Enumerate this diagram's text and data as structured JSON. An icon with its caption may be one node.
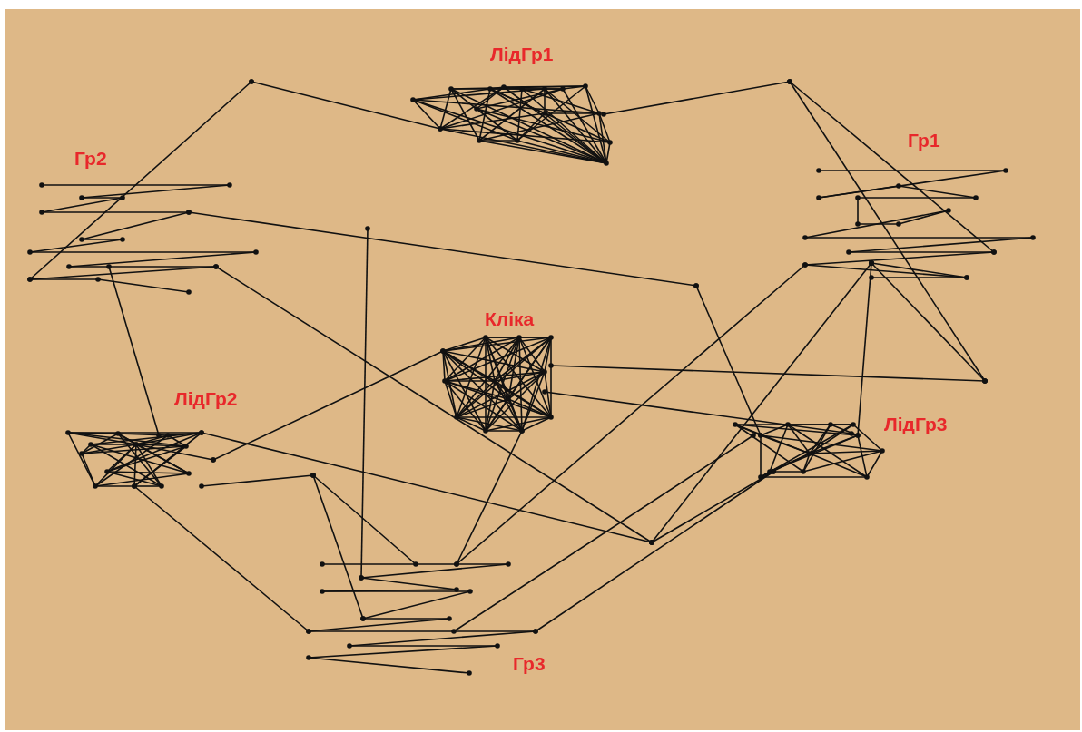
{
  "diagram": {
    "labels": [
      "ЛідГр1",
      "Гр1",
      "Гр2",
      "Кліка",
      "ЛідГр2",
      "ЛідГр3",
      "Гр3"
    ]
  }
}
